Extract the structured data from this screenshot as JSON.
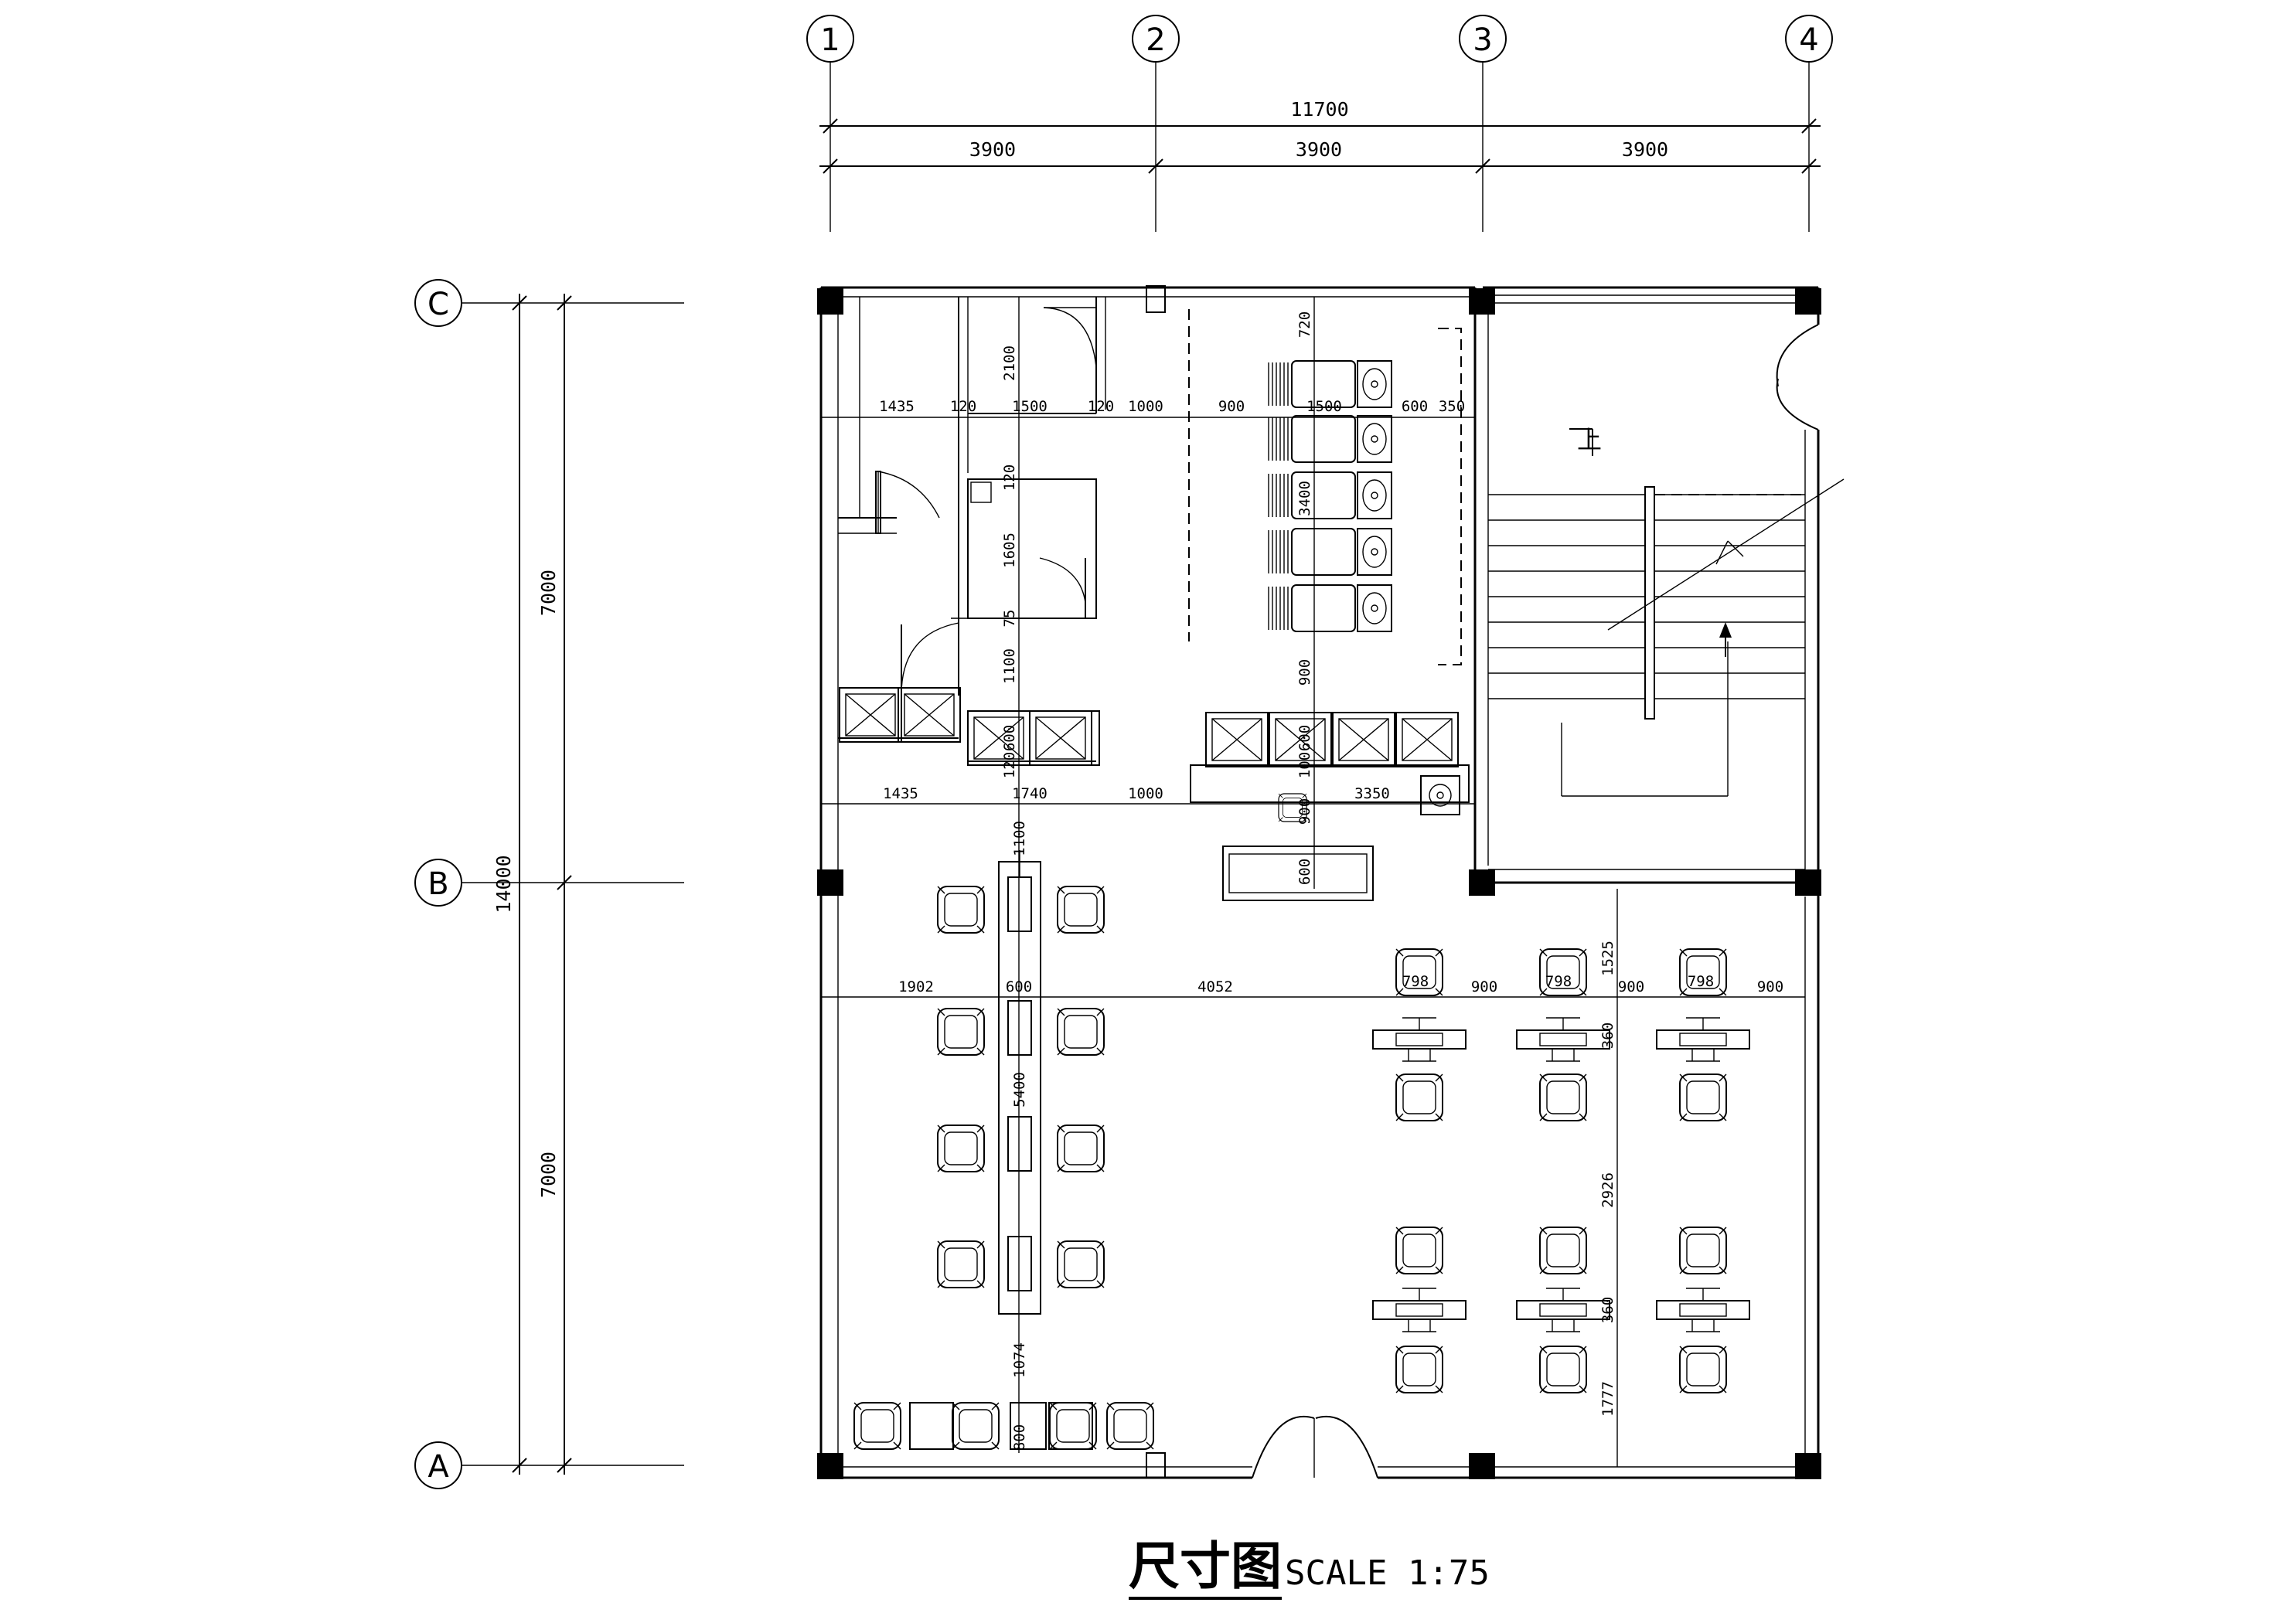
{
  "grid": {
    "columns": [
      "1",
      "2",
      "3",
      "4"
    ],
    "rows": [
      "C",
      "B",
      "A"
    ]
  },
  "dims": {
    "total_width": "11700",
    "bays": [
      "3900",
      "3900",
      "3900"
    ],
    "total_height": "14000",
    "row_spans": [
      "7000",
      "7000"
    ],
    "upper_row1": [
      "1435",
      "120",
      "1500",
      "120",
      "1000",
      "900",
      "1500",
      "600",
      "350"
    ],
    "upper_row2": [
      "1435",
      "1740",
      "1000",
      "3350"
    ],
    "upper_vertical": [
      "2100",
      "120",
      "1605",
      "75",
      "1100",
      "600",
      "120"
    ],
    "wash_vertical": [
      "720",
      "3400",
      "900",
      "600",
      "100",
      "900"
    ],
    "desk_vertical": [
      "600"
    ],
    "mid_row": [
      "1902",
      "600",
      "4052",
      "798",
      "900",
      "798",
      "900",
      "798",
      "900"
    ],
    "long_table_vertical": [
      "1100",
      "5400",
      "1074",
      "800"
    ],
    "right_vertical": [
      "1525",
      "360",
      "2926",
      "360",
      "1777"
    ]
  },
  "labels": {
    "stair_up": "上",
    "title": "尺寸图",
    "scale": "SCALE 1:75"
  }
}
